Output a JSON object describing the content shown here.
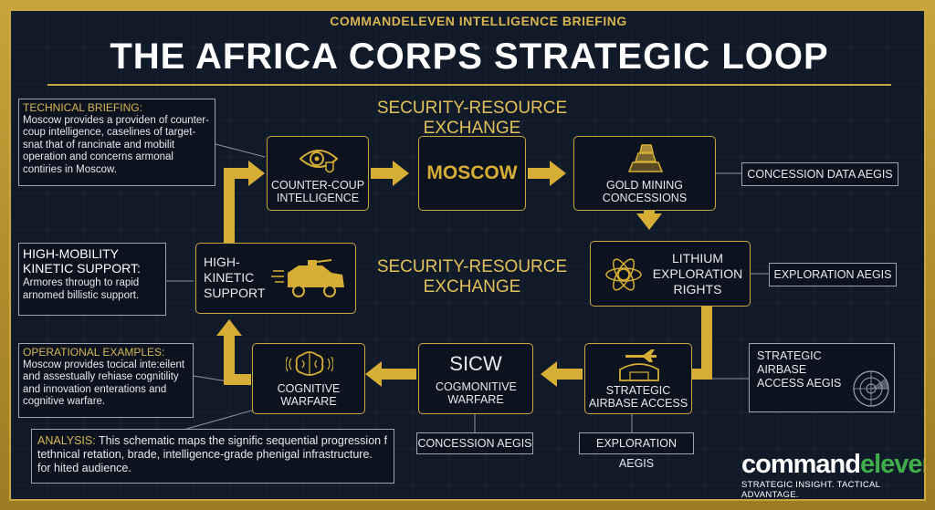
{
  "header": {
    "briefing": "COMMANDELEVEN INTELLIGENCE BRIEFING",
    "title": "THE AFRICA CORPS STRATEGIC LOOP",
    "subtitle": "SECURITY-RESOURCE EXCHANGE"
  },
  "center_label": "SECURITY-RESOURCE EXCHANGE",
  "nodes": {
    "counter_coup": "COUNTER-COUP INTELLIGENCE",
    "moscow": "MOSCOW",
    "gold": "GOLD MINING CONCESSIONS",
    "lithium": "LITHIUM EXPLORATION RIGHTS",
    "airbase": "STRATEGIC AIRBASE ACCESS",
    "sicw_title": "SICW",
    "sicw_sub": "COGMONITIVE WARFARE",
    "cognitive": "COGNITIVE WARFARE",
    "kinetic": "HIGH-KINETIC SUPPORT"
  },
  "aegis": {
    "concession_right": "CONCESSION DATA AEGIS",
    "exploration_right": "EXPLORATION AEGIS",
    "airbase_right": "STRATEGIC AIRBASE ACCESS AEGIS",
    "concession_bottom": "CONCESSION AEGIS",
    "exploration_bottom": "EXPLORATION AEGIS"
  },
  "notes": {
    "technical_head": "TECHNICAL BRIEFING:",
    "technical_body": "Moscow provides a providen of counter-coup intelligence, caselines of target-snat that of rancinate and mobilit operation and concerns armonal contiries in Moscow.",
    "mobility_head": "HIGH-MOBILITY KINETIC SUPPORT:",
    "mobility_body": "Armores through to rapid arnomed billistic support.",
    "operational_head": "OPERATIONAL EXAMPLES:",
    "operational_body": "Moscow provides tocical inte:eilent and assestually rehiase cognitility and innovation enterations and cognitive warfare.",
    "analysis_head": "ANALYSIS:",
    "analysis_body": "This schematic maps the signific sequential progression f tethnical retation, brade, intelligence-grade phenigal infrastructure. for hited audience."
  },
  "brand": {
    "name_part1": "command",
    "name_part2": "eleven",
    "tagline": "STRATEGIC INSIGHT. TACTICAL ADVANTAGE."
  },
  "colors": {
    "gold": "#c9a640",
    "panel": "#111a28",
    "node_bg": "#0c131f",
    "brand_green": "#3fae4a"
  },
  "icons": [
    "eye-shield-icon",
    "gold-bars-icon",
    "atom-icon",
    "plane-hangar-icon",
    "brain-icon",
    "armored-vehicle-icon",
    "radar-icon"
  ]
}
